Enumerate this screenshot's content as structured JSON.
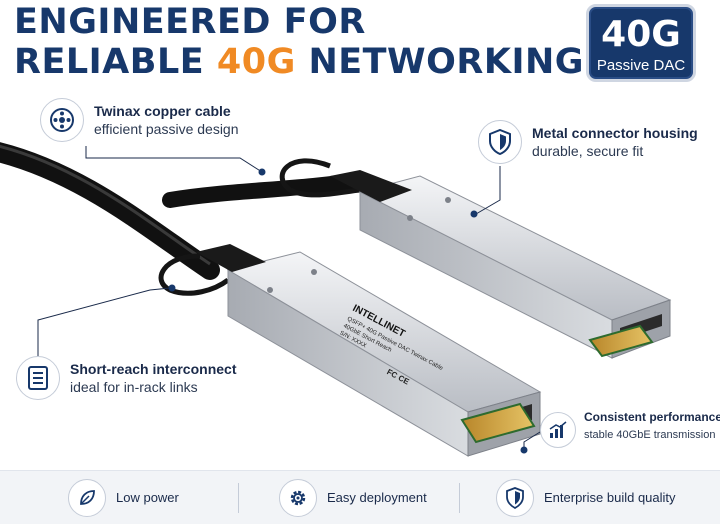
{
  "headline": {
    "line1": "ENGINEERED FOR",
    "line2_pre": "RELIABLE ",
    "line2_accent": "40G",
    "line2_post": " NETWORKING"
  },
  "badge": {
    "big": "40G",
    "small": "Passive DAC"
  },
  "callouts": {
    "twinax": {
      "title": "Twinax copper cable",
      "sub": "efficient passive design",
      "icon": "cable-cross-section-icon"
    },
    "housing": {
      "title": "Metal connector housing",
      "sub": "durable, secure fit",
      "icon": "shield-icon"
    },
    "short_reach": {
      "title": "Short-reach interconnect",
      "sub": "ideal for in-rack links",
      "icon": "server-rack-icon"
    },
    "performance": {
      "title": "Consistent performance",
      "sub": "stable 40GbE transmission",
      "icon": "bar-chart-icon"
    }
  },
  "label": {
    "brand": "INTELLINET",
    "line1": "QSFP+ 40G Passive DAC Twinax Cable",
    "line2": "40GbE Short Reach",
    "line3": "S/N: XXXX",
    "marks": "FC CE"
  },
  "footer": {
    "low_power": {
      "label": "Low power",
      "icon": "leaf-icon"
    },
    "easy_deploy": {
      "label": "Easy deployment",
      "icon": "gear-icon"
    },
    "enterprise": {
      "label": "Enterprise build quality",
      "icon": "shield-check-icon"
    }
  },
  "colors": {
    "navy": "#17386b",
    "orange": "#f08a24",
    "metal": "#c9ccd1",
    "cable": "#111111",
    "pcb_gold": "#d4a93a"
  }
}
